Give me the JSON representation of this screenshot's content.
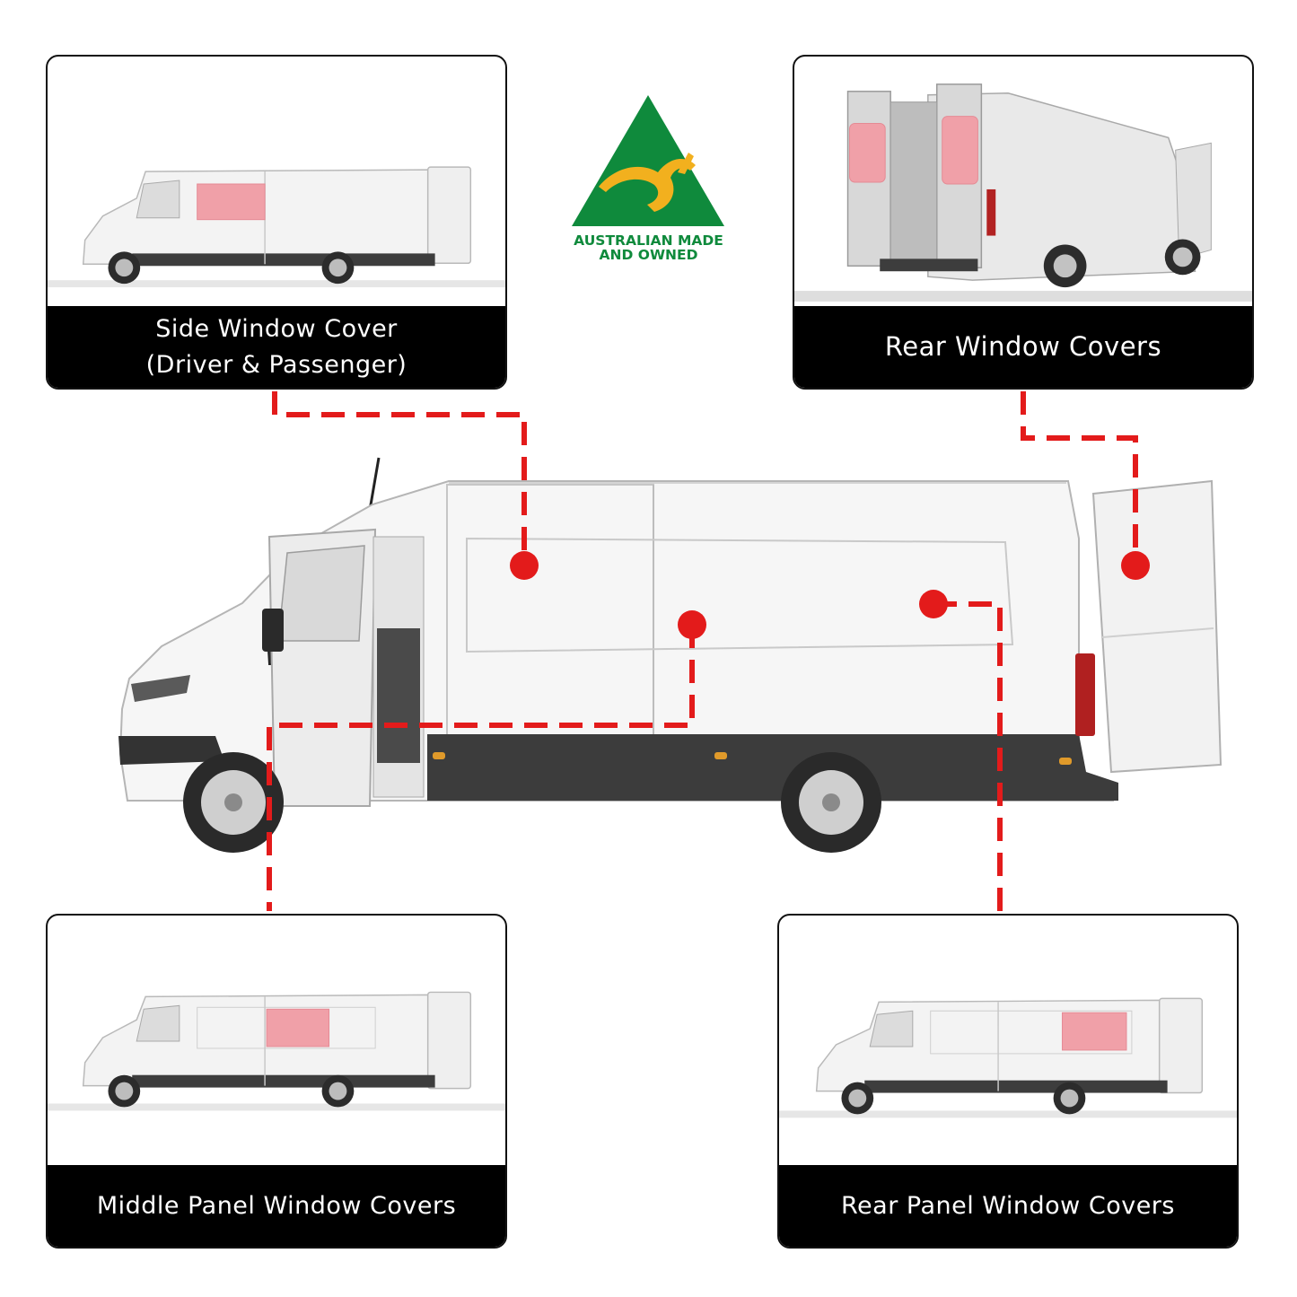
{
  "cards": {
    "side": {
      "line1": "Side Window Cover",
      "line2": "(Driver & Passenger)"
    },
    "rear": {
      "label": "Rear Window Covers"
    },
    "middle": {
      "label": "Middle Panel Window Covers"
    },
    "rear_panel": {
      "label": "Rear Panel Window Covers"
    }
  },
  "logo": {
    "line1": "AUSTRALIAN MADE",
    "line2": "AND OWNED"
  },
  "colors": {
    "accent_red": "#e31b1b",
    "highlight_pink": "#f0a0a8",
    "logo_green": "#0f8a3c",
    "logo_gold": "#f2b01e"
  }
}
